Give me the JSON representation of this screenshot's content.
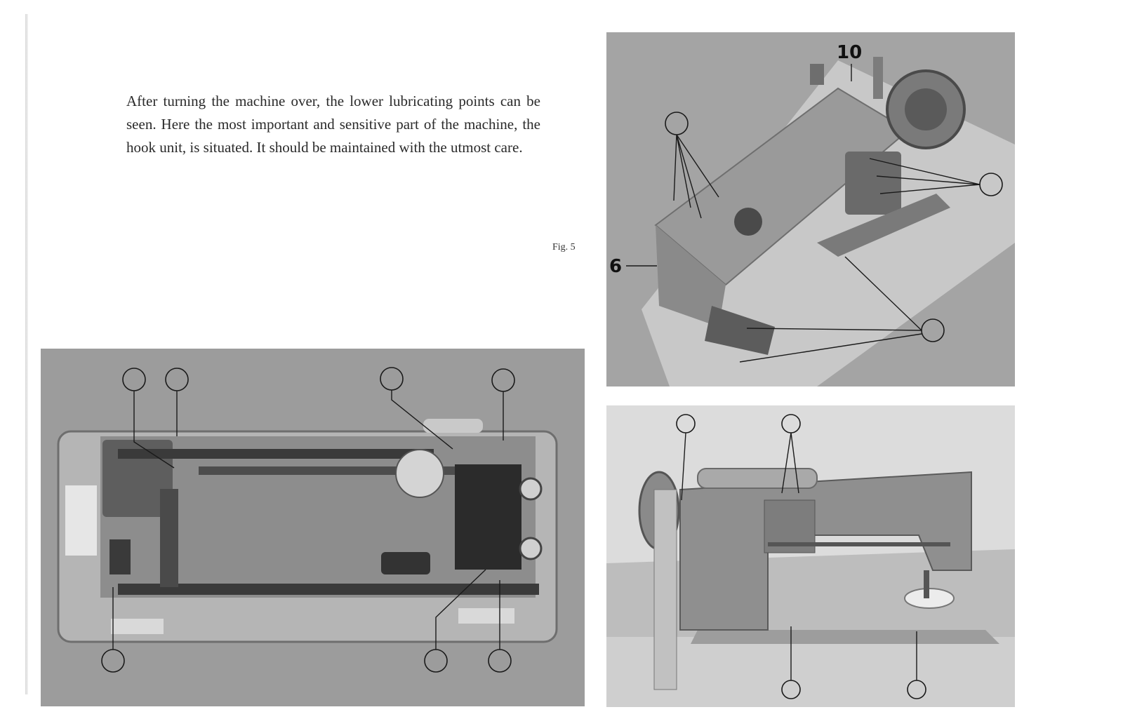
{
  "intro_text": "After turning the machine over, the lower lubricating points can be seen. Here the most important and sensitive part of the machine, the hook unit, is situated. It should be maintained with the utmost care.",
  "figure_label": "Fig. 5",
  "reference_numbers": {
    "top_right": "10",
    "left_side": "6"
  }
}
